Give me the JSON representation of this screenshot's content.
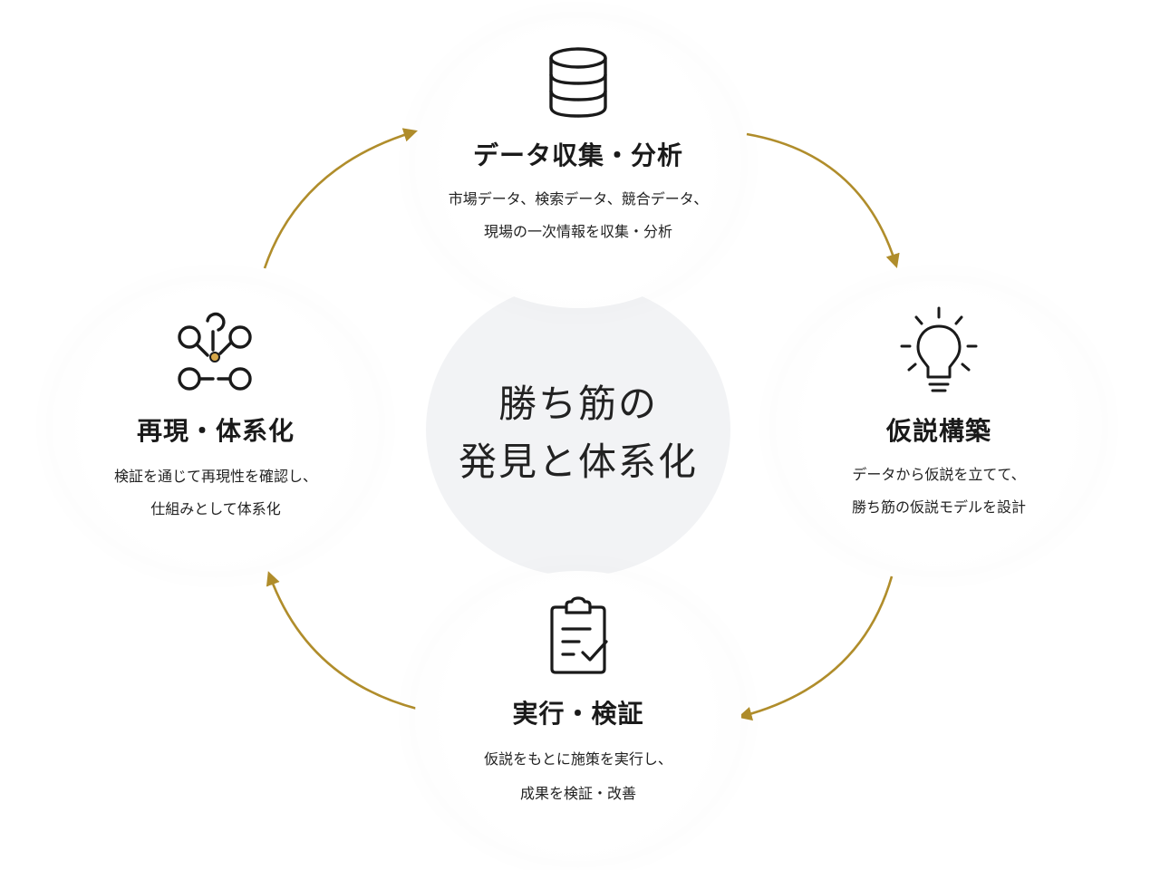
{
  "center": {
    "line1": "勝ち筋の",
    "line2": "発見と体系化"
  },
  "nodes": {
    "data": {
      "title": "データ収集・分析",
      "desc1": "市場データ、検索データ、競合データ、",
      "desc2": "現場の一次情報を収集・分析",
      "icon": "database-icon"
    },
    "hypothesis": {
      "title": "仮説構築",
      "desc1": "データから仮説を立てて、",
      "desc2": "勝ち筋の仮説モデルを設計",
      "icon": "lightbulb-icon"
    },
    "execution": {
      "title": "実行・検証",
      "desc1": "仮説をもとに施策を実行し、",
      "desc2": "成果を検証・改善",
      "icon": "clipboard-check-icon"
    },
    "system": {
      "title": "再現・体系化",
      "desc1": "検証を通じて再現性を確認し、",
      "desc2": "仕組みとして体系化",
      "icon": "network-icon"
    }
  },
  "colors": {
    "arrow": "#b08d2b",
    "text": "#1a1a1a",
    "center_bg": "#f2f3f5"
  }
}
